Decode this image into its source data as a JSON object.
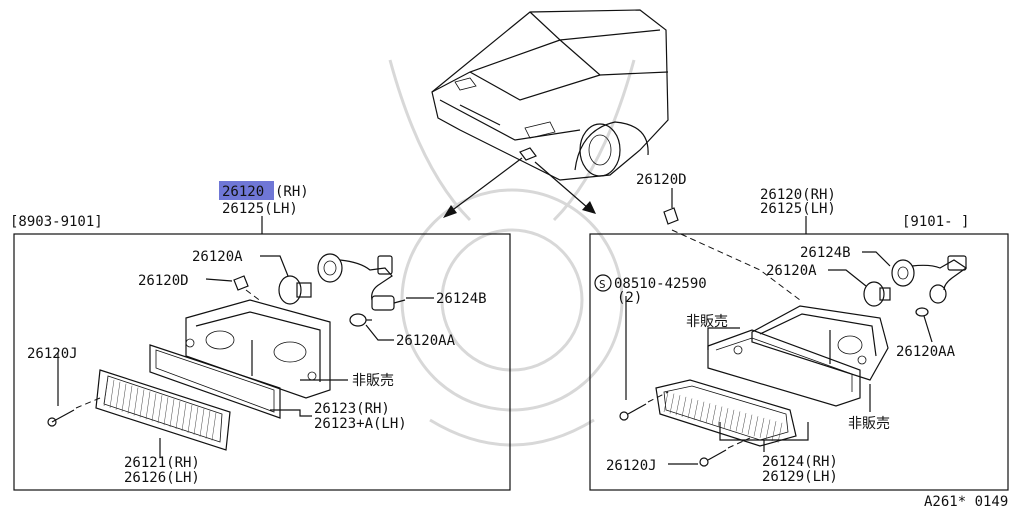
{
  "highlight_color": "#6f77d6",
  "top": {
    "part_main": "26120",
    "rh_suffix": "(RH)",
    "lh_line": "26125(LH)"
  },
  "left_panel": {
    "date_range": "[8903-9101]",
    "p_26120A": "26120A",
    "p_26120D": "26120D",
    "p_26124B": "26124B",
    "p_26120AA": "26120AA",
    "p_26120J": "26120J",
    "not_for_sale": "非販売",
    "p_26123_rh": "26123(RH)",
    "p_26123_lh": "26123+A(LH)",
    "p_26121_rh": "26121(RH)",
    "p_26126_lh": "26126(LH)"
  },
  "right_panel": {
    "p_26120D": "26120D",
    "p_26120_rh": "26120(RH)",
    "p_26125_lh": "26125(LH)",
    "date_range": "[9101-      ]",
    "p_26124B": "26124B",
    "p_26120A": "26120A",
    "screw_symbol": "S",
    "screw_part": "08510-42590",
    "screw_qty": "(2)",
    "not_for_sale_1": "非販売",
    "p_26120AA": "26120AA",
    "not_for_sale_2": "非販売",
    "p_26120J": "26120J",
    "p_26124_rh": "26124(RH)",
    "p_26129_lh": "26129(LH)"
  },
  "footer": {
    "figure_code": "A261* 0149"
  }
}
